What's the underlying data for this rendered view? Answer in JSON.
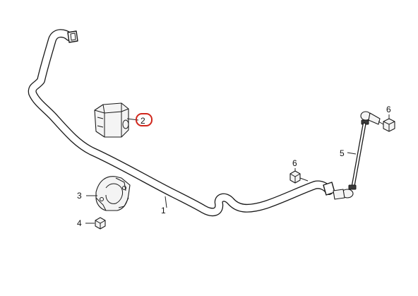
{
  "diagram": {
    "labels": {
      "bar": "1",
      "bushing": "2",
      "bracket": "3",
      "nut": "4",
      "link": "5",
      "nut_upper": "6",
      "nut_lower": "6"
    },
    "highlighted_label": "2",
    "highlight_color": "#d0261c"
  }
}
